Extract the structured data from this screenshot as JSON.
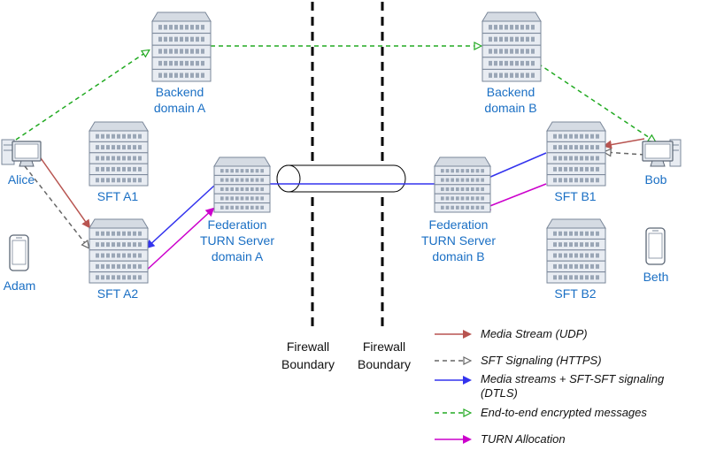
{
  "nodes": {
    "backend_a": {
      "label_lines": [
        "Backend",
        "domain A"
      ]
    },
    "backend_b": {
      "label_lines": [
        "Backend",
        "domain B"
      ]
    },
    "sft_a1": {
      "label": "SFT A1"
    },
    "sft_a2": {
      "label": "SFT A2"
    },
    "sft_b1": {
      "label": "SFT B1"
    },
    "sft_b2": {
      "label": "SFT B2"
    },
    "turn_a": {
      "label_lines": [
        "Federation",
        "TURN Server",
        "domain A"
      ]
    },
    "turn_b": {
      "label_lines": [
        "Federation",
        "TURN Server",
        "domain B"
      ]
    },
    "alice": {
      "label": "Alice"
    },
    "bob": {
      "label": "Bob"
    },
    "adam": {
      "label": "Adam"
    },
    "beth": {
      "label": "Beth"
    }
  },
  "firewalls": [
    {
      "label_lines": [
        "Firewall",
        "Boundary"
      ]
    },
    {
      "label_lines": [
        "Firewall",
        "Boundary"
      ]
    }
  ],
  "legend": [
    {
      "label": "Media Stream (UDP)",
      "color": "#b85450",
      "style": "solid",
      "head": "filled"
    },
    {
      "label": "SFT Signaling (HTTPS)",
      "color": "#666666",
      "style": "dashed",
      "head": "open"
    },
    {
      "label_lines": [
        "Media streams + SFT-SFT signaling",
        "(DTLS)"
      ],
      "color": "#3333ee",
      "style": "solid",
      "head": "filled"
    },
    {
      "label": "End-to-end encrypted messages",
      "color": "#22aa22",
      "style": "dashed",
      "head": "open"
    },
    {
      "label": "TURN Allocation",
      "color": "#cc00cc",
      "style": "solid",
      "head": "filled"
    }
  ],
  "colors": {
    "label_blue": "#1a6fc4",
    "server_fill": "#e8ecf2",
    "server_stroke": "#7a8799"
  }
}
